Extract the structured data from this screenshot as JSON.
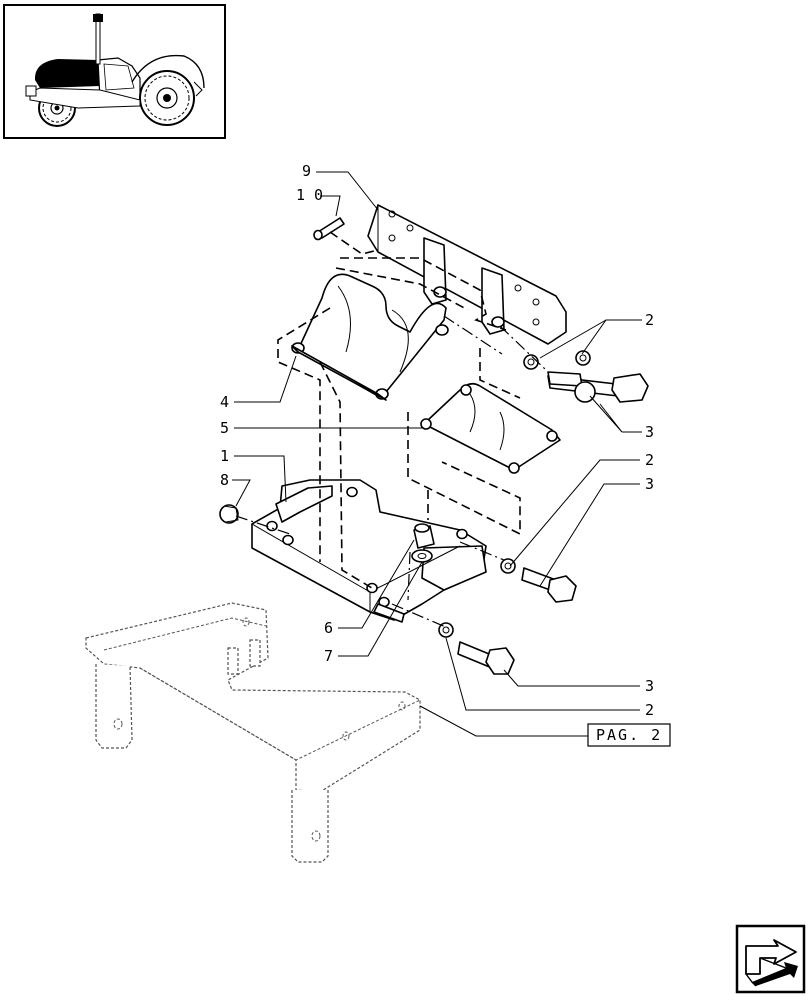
{
  "diagram": {
    "callouts": [
      {
        "id": "c9",
        "text": "9"
      },
      {
        "id": "c10",
        "text": "1 0"
      },
      {
        "id": "c2a",
        "text": "2"
      },
      {
        "id": "c3a",
        "text": "3"
      },
      {
        "id": "c4",
        "text": "4"
      },
      {
        "id": "c5",
        "text": "5"
      },
      {
        "id": "c1",
        "text": "1"
      },
      {
        "id": "c8",
        "text": "8"
      },
      {
        "id": "c2b",
        "text": "2"
      },
      {
        "id": "c3b",
        "text": "3"
      },
      {
        "id": "c6",
        "text": "6"
      },
      {
        "id": "c7",
        "text": "7"
      },
      {
        "id": "c3c",
        "text": "3"
      },
      {
        "id": "c2c",
        "text": "2"
      }
    ],
    "page_reference": "PAG. 2"
  },
  "thumbnail": {
    "icon": "tractor-icon"
  },
  "navigation": {
    "icon": "next-page-arrow-icon"
  }
}
